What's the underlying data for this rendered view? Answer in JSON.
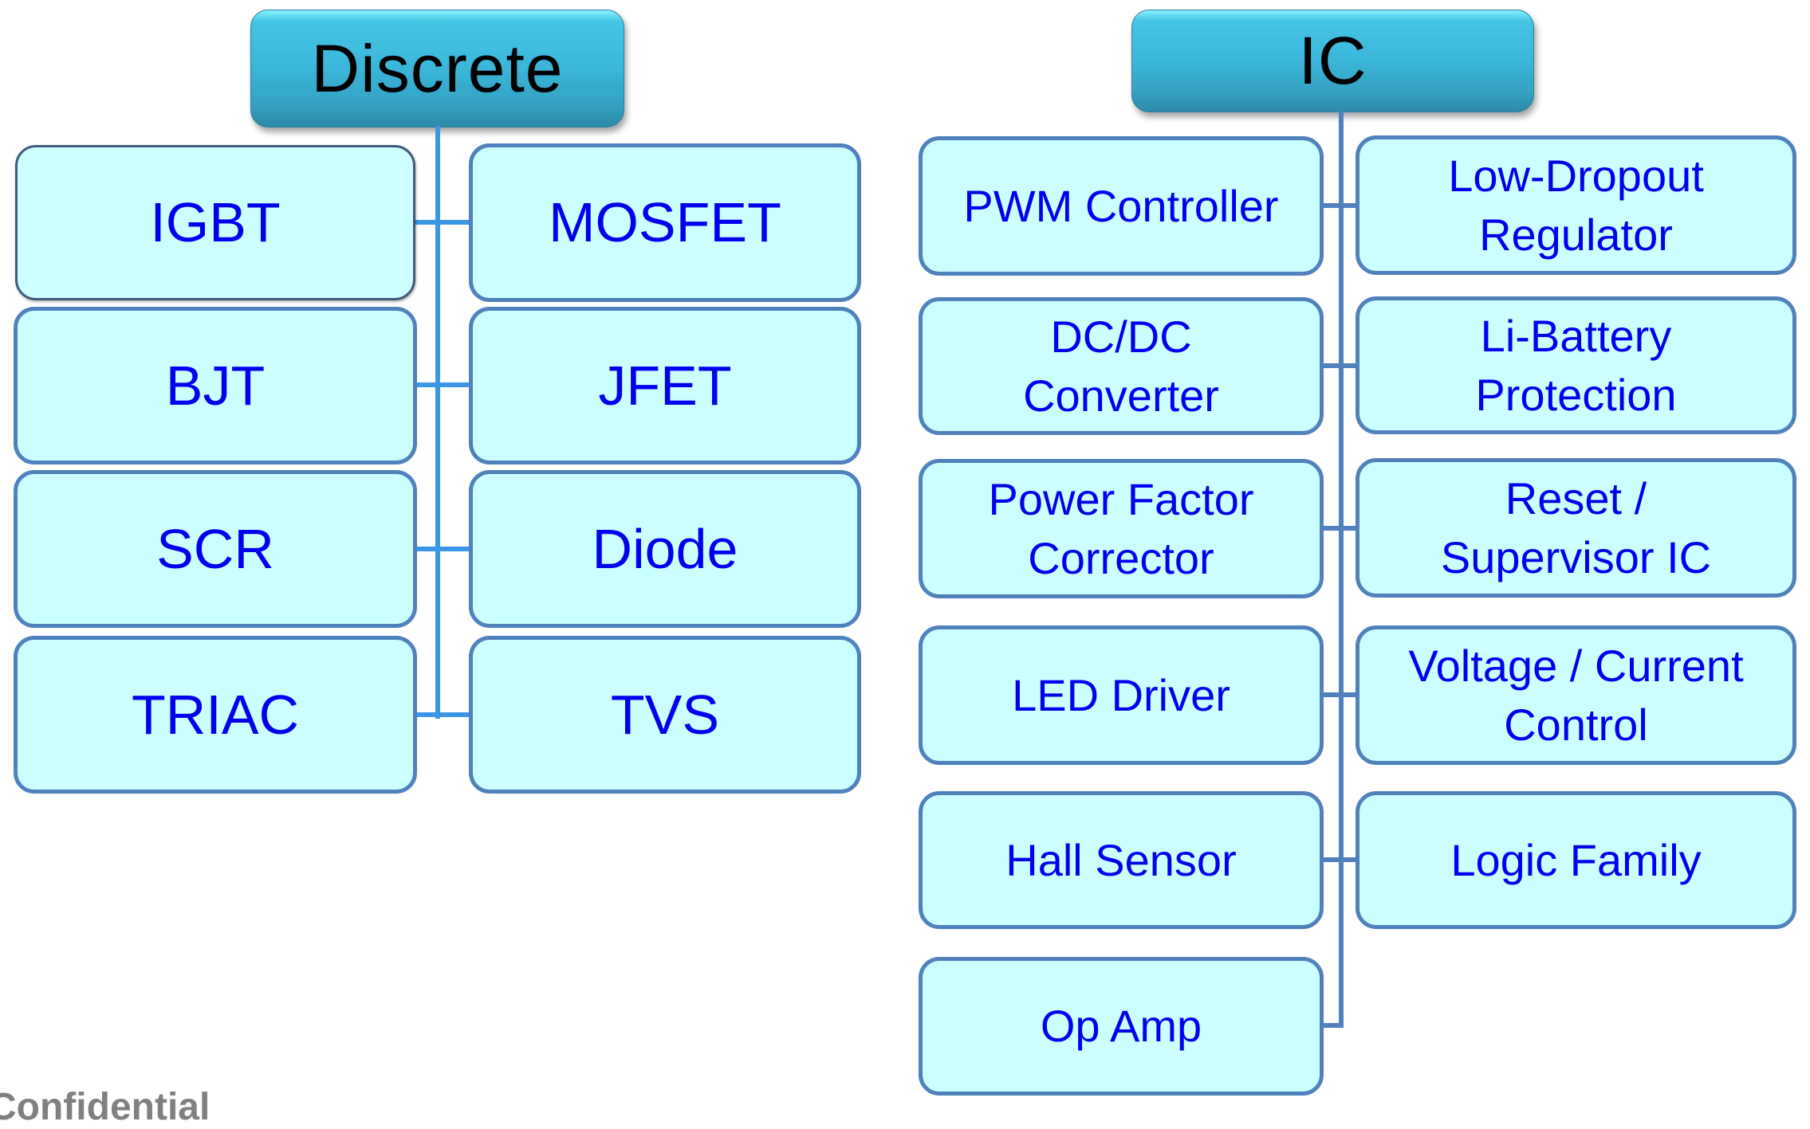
{
  "diagram": {
    "discrete": {
      "title": "Discrete",
      "items": [
        {
          "label": "IGBT"
        },
        {
          "label": "MOSFET"
        },
        {
          "label": "BJT"
        },
        {
          "label": "JFET"
        },
        {
          "label": "SCR"
        },
        {
          "label": "Diode"
        },
        {
          "label": "TRIAC"
        },
        {
          "label": "TVS"
        }
      ]
    },
    "ic": {
      "title": "IC",
      "items": [
        {
          "label": "PWM Controller"
        },
        {
          "label": "Low-Dropout\nRegulator"
        },
        {
          "label": "DC/DC\nConverter"
        },
        {
          "label": "Li-Battery\nProtection"
        },
        {
          "label": "Power Factor\nCorrector"
        },
        {
          "label": "Reset /\nSupervisor IC"
        },
        {
          "label": "LED Driver"
        },
        {
          "label": "Voltage / Current\nControl"
        },
        {
          "label": "Hall Sensor"
        },
        {
          "label": "Logic Family"
        },
        {
          "label": "Op Amp"
        }
      ]
    }
  },
  "footer": {
    "text": "Confidential"
  },
  "colors": {
    "box_fill": "#ccffff",
    "box_border": "#4f81bd",
    "item_text": "#0000ee",
    "header_fill": "#3cb8dc",
    "discrete_connector": "#3c96e6",
    "ic_connector": "#4f81bd",
    "footer_text": "#808080"
  }
}
